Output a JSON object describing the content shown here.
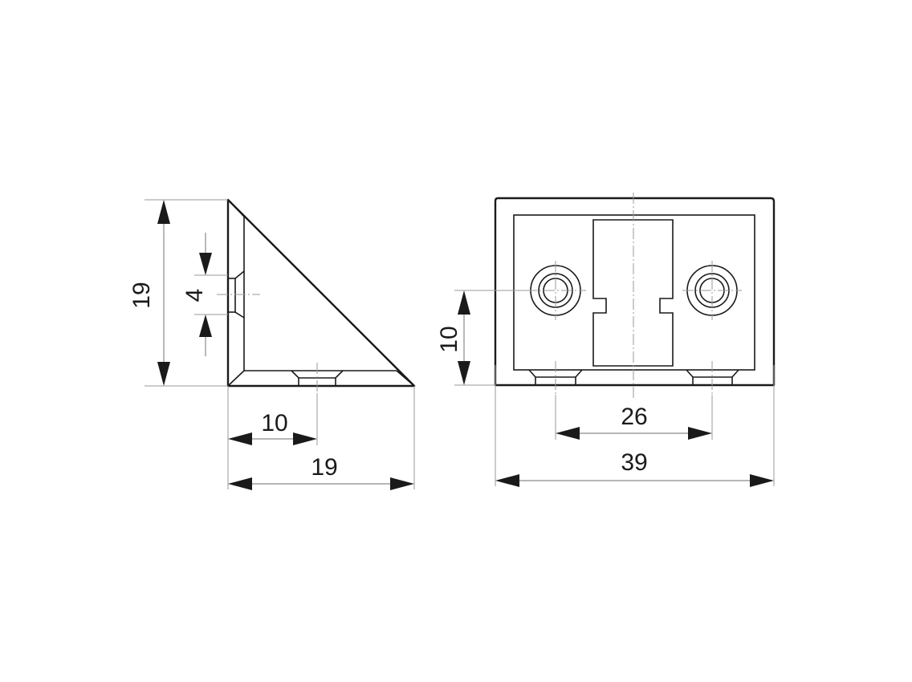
{
  "side_view": {
    "height_label": "19",
    "hole_label": "4",
    "hole_offset_label": "10",
    "width_label": "19"
  },
  "front_view": {
    "hole_height_label": "10",
    "hole_spacing_label": "26",
    "overall_width_label": "39"
  }
}
